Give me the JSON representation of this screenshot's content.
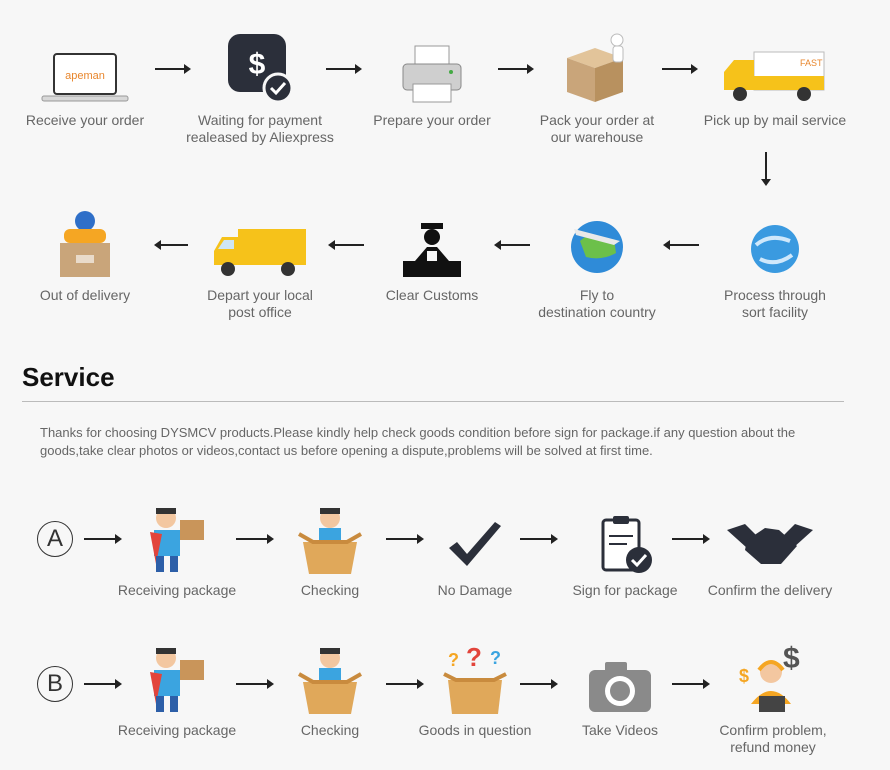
{
  "process": {
    "row1": [
      {
        "label": "Receive your order",
        "icon": "laptop-icon",
        "logo": "apeman"
      },
      {
        "label": "Waiting for payment\nrealeased by Aliexpress",
        "icon": "payment-shield-icon"
      },
      {
        "label": "Prepare your order",
        "icon": "printer-icon"
      },
      {
        "label": "Pack your order at\nour warehouse",
        "icon": "box-worker-icon"
      },
      {
        "label": "Pick up by mail service",
        "icon": "delivery-truck-icon",
        "truck_text": "FAST"
      }
    ],
    "row2": [
      {
        "label": "Out of delivery",
        "icon": "courier-box-icon"
      },
      {
        "label": "Depart your local\npost office",
        "icon": "yellow-truck-icon"
      },
      {
        "label": "Clear Customs",
        "icon": "customs-officer-icon"
      },
      {
        "label": "Fly  to\ndestination country",
        "icon": "globe-plane-icon"
      },
      {
        "label": "Process through\nsort facility",
        "icon": "globe-arrows-icon"
      }
    ]
  },
  "service": {
    "title": "Service",
    "text": "Thanks for choosing DYSMCV products.Please kindly help check goods condition before sign for package.if any question about the goods,take clear photos or videos,contact us before opening a dispute,problems will be solved at first time.",
    "row_a": {
      "letter": "A",
      "steps": [
        {
          "label": "Receiving   package",
          "icon": "hero-package-icon"
        },
        {
          "label": "Checking",
          "icon": "hero-box-icon"
        },
        {
          "label": "No Damage",
          "icon": "checkmark-icon"
        },
        {
          "label": "Sign for package",
          "icon": "clipboard-check-icon"
        },
        {
          "label": "Confirm the delivery",
          "icon": "handshake-icon"
        }
      ]
    },
    "row_b": {
      "letter": "B",
      "steps": [
        {
          "label": "Receiving package",
          "icon": "hero-package-icon"
        },
        {
          "label": "Checking",
          "icon": "hero-box-icon"
        },
        {
          "label": "Goods in question",
          "icon": "question-box-icon"
        },
        {
          "label": "Take Videos",
          "icon": "camera-icon"
        },
        {
          "label": "Confirm problem,\nrefund money",
          "icon": "support-agent-icon"
        }
      ]
    }
  },
  "colors": {
    "accent_orange": "#f5a623",
    "truck_yellow": "#f6c21a",
    "globe_blue": "#2f8bd8",
    "dark": "#222222"
  }
}
